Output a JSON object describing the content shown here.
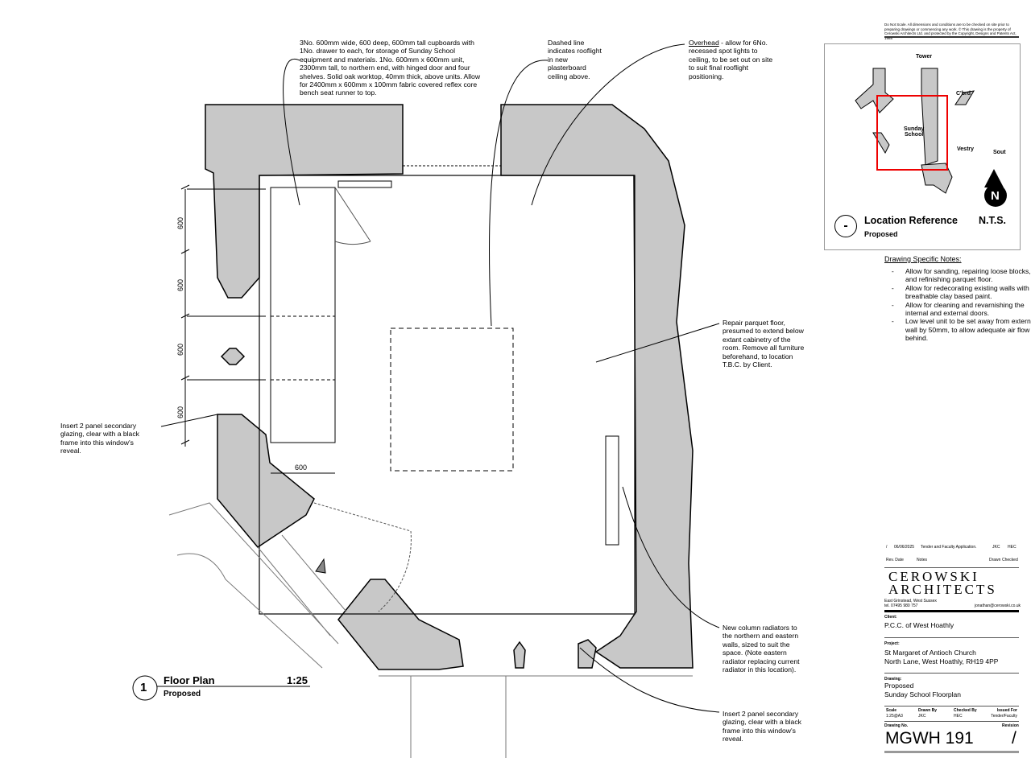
{
  "disclaimer": "Do Not Scale. All dimensions and conditions are to be checked on site prior to preparing drawings or commencing any work. © This drawing is the property of Cerowski Architects Ltd. and protected by the Copyright, Designs and Patents Act, 1988",
  "annotations": {
    "cupboards": "3No. 600mm wide, 600 deep, 600mm tall cupboards with\n1No. drawer to each, for storage of Sunday School\nequipment and materials.  1No. 600mm x 600mm unit,\n2300mm tall, to northern end, with hinged door and four\nshelves.  Solid oak worktop, 40mm thick, above units.  Allow\nfor 2400mm x 600mm x 100mm fabric covered reflex core\nbench seat runner to top.",
    "rooflight": "Dashed line\nindicates rooflight\nin new\nplasterboard\nceiling above.",
    "overhead_title": "Overhead",
    "overhead": " - allow for 6No.\nrecessed spot lights to\nceiling, to be set out on site\nto suit final rooflight\npositioning.",
    "parquet": "Repair parquet floor,\npresumed to extend below\nextant cabinetry of the\nroom.  Remove all furniture\nbeforehand, to location\nT.B.C. by Client.",
    "glazing_west": "Insert 2 panel secondary\nglazing, clear with a black\nframe into this window's\nreveal.",
    "radiators": "New column radiators to\nthe northern and eastern\nwalls, sized to suit the\nspace. (Note eastern\nradiator replacing current\nradiator in this location).",
    "glazing_south": "Insert 2 panel secondary\nglazing, clear with a black\nframe into this window's\nreveal."
  },
  "dimensions": [
    "600",
    "600",
    "600",
    "600",
    "600"
  ],
  "plan_title": {
    "number": "1",
    "title": "Floor Plan",
    "scale": "1:25",
    "subtitle": "Proposed"
  },
  "location": {
    "rooms": [
      "Tower",
      "C'brd",
      "Sunday\nSchool",
      "Vestry",
      "Sout"
    ],
    "north": "N",
    "number": "-",
    "title": "Location Reference",
    "scale": "N.T.S.",
    "subtitle": "Proposed"
  },
  "notes": {
    "heading": "Drawing Specific Notes:",
    "items": [
      "Allow for sanding, repairing loose blocks, and refinishing parquet floor.",
      "Allow for redecorating existing walls with breathable clay based paint.",
      "Allow for cleaning and revarnishing the internal and external doors.",
      "Low level unit to be set away from external wall by 50mm, to allow adequate air flow behind."
    ]
  },
  "revision": {
    "rev": "/",
    "date": "06/06/2025",
    "notes": "Tender and Faculty Application.",
    "drawn": "JKC",
    "checked": "HEC",
    "headers": {
      "rev_date": "Rev. Date",
      "notes": "Notes",
      "drawn": "Drawn",
      "checked": "Checked"
    }
  },
  "firm": {
    "line1": "CEROWSKI",
    "line2": "ARCHITECTS",
    "address": "East Grinstead, West Sussex",
    "tel": "tel. 07495 980 757",
    "email": "jonathan@cerowski.co.uk"
  },
  "client": {
    "label": "Client:",
    "value": "P.C.C. of West Hoathly"
  },
  "project": {
    "label": "Project:",
    "line1": "St Margaret of Antioch Church",
    "line2": "North Lane, West Hoathly, RH19 4PP"
  },
  "drawing": {
    "label": "Drawing:",
    "line1": "Proposed",
    "line2": "Sunday School Floorplan"
  },
  "meta": {
    "scale_label": "Scale",
    "scale": "1:25@A3",
    "drawn_label": "Drawn By",
    "drawn": "JKC",
    "checked_label": "Checked By",
    "checked": "HEC",
    "issued_label": "Issued For",
    "issued": "Tender/Faculty"
  },
  "drawing_no": {
    "label": "Drawing No.",
    "value": "MGWH 191",
    "rev_label": "Revision",
    "rev": "/"
  }
}
